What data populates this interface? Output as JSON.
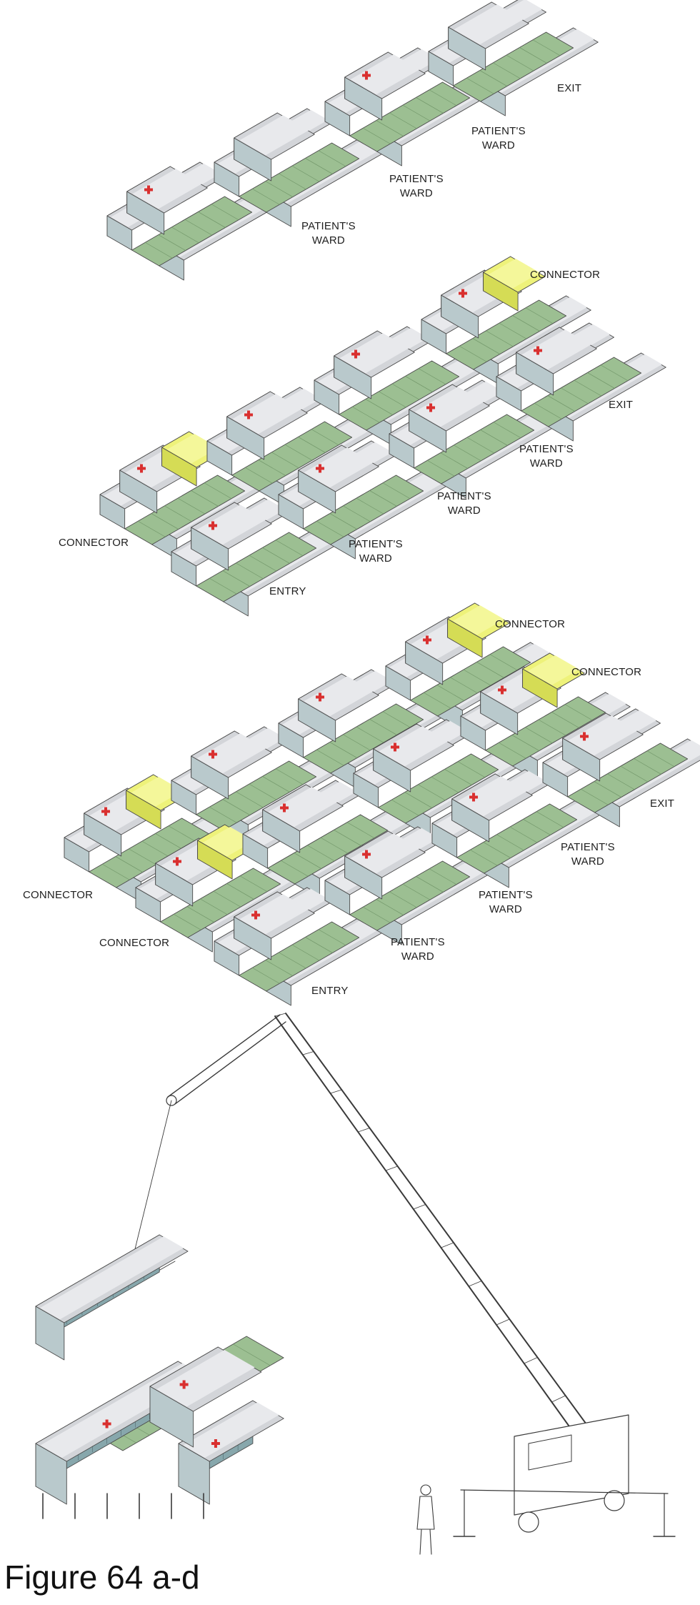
{
  "diagram_a": {
    "exit": "EXIT",
    "ward_1": [
      "PATIENT'S",
      "WARD"
    ],
    "ward_2": [
      "PATIENT'S",
      "WARD"
    ],
    "ward_3": [
      "PATIENT'S",
      "WARD"
    ]
  },
  "diagram_b": {
    "connector_top": "CONNECTOR",
    "exit": "EXIT",
    "ward_1": [
      "PATIENT'S",
      "WARD"
    ],
    "ward_2": [
      "PATIENT'S",
      "WARD"
    ],
    "ward_3": [
      "PATIENT'S",
      "WARD"
    ],
    "connector_left": "CONNECTOR",
    "entry": "ENTRY"
  },
  "diagram_c": {
    "connector_top": "CONNECTOR",
    "connector_right": "CONNECTOR",
    "exit": "EXIT",
    "ward_1": [
      "PATIENT'S",
      "WARD"
    ],
    "ward_2": [
      "PATIENT'S",
      "WARD"
    ],
    "ward_3": [
      "PATIENT'S",
      "WARD"
    ],
    "connector_left": "CONNECTOR",
    "connector_bottom": "CONNECTOR",
    "entry": "ENTRY"
  },
  "caption": "Figure 64 a-d",
  "colors": {
    "roof": "#d3d5d9",
    "glass": "#87a7ac",
    "deck": "#9cbf92",
    "connector": "#e7ee63",
    "cross": "#d9302f",
    "line": "#4a4a4a"
  }
}
